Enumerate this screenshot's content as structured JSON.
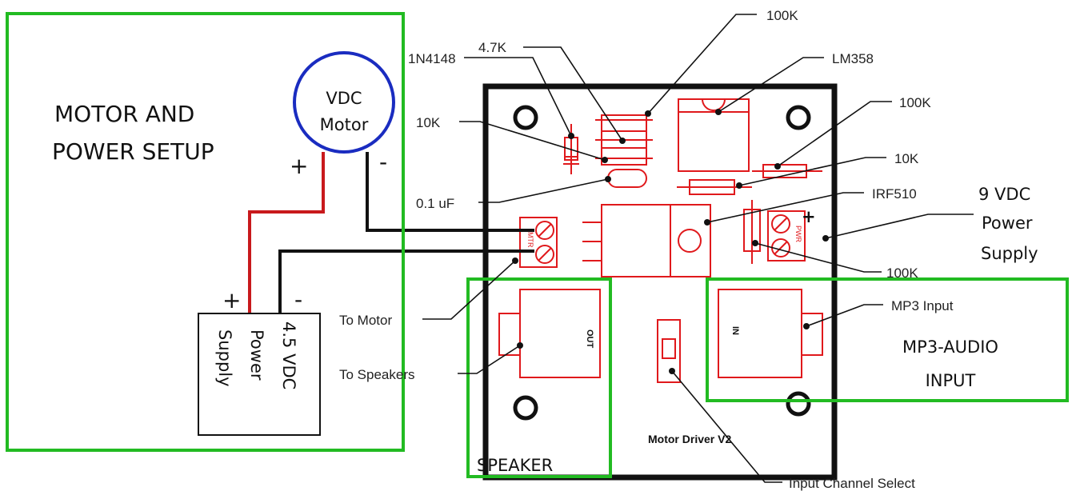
{
  "sections": {
    "motor_power": [
      "MOTOR AND",
      "POWER SETUP"
    ],
    "speaker": "SPEAKER",
    "mp3_audio": [
      "MP3-AUDIO",
      "INPUT"
    ]
  },
  "motor": {
    "label": [
      "VDC",
      "Motor"
    ],
    "plus": "+",
    "minus": "-"
  },
  "supply_4v5": {
    "label": [
      "4.5 VDC",
      "Power",
      "Supply"
    ],
    "plus": "+",
    "minus": "-"
  },
  "supply_9v": {
    "label": [
      "9 VDC",
      "Power",
      "Supply"
    ],
    "plus": "+"
  },
  "components": {
    "diode": "1N4148",
    "r_4k7": "4.7K",
    "r_100k_top": "100K",
    "ic": "LM358",
    "r_10k_left": "10K",
    "r_100k_right": "100K",
    "r_10k_right": "10K",
    "cap": "0.1 uF",
    "mosfet": "IRF510",
    "r_100k_bottom": "100K"
  },
  "io": {
    "to_motor": "To Motor",
    "to_speakers": "To Speakers",
    "mp3_input": "MP3 Input",
    "input_channel_select": "Input Channel Select"
  },
  "board": {
    "title": "Motor Driver V2",
    "out_jack": "OUT",
    "in_jack": "IN",
    "motor_conn": "MTR",
    "power_conn": "PWR"
  },
  "colors": {
    "section_box": "#22bb22",
    "silkscreen": "#e0191c",
    "motor_circle": "#1a2cc0",
    "positive_wire": "#c8191c",
    "negative_wire": "#111111"
  }
}
